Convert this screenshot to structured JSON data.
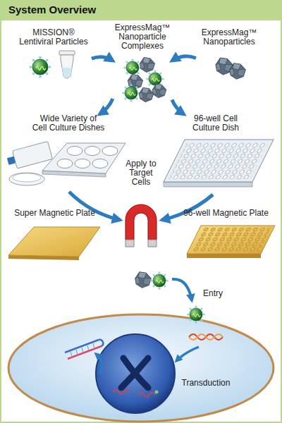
{
  "diagram": {
    "title": "System Overview",
    "nodes": [
      {
        "text": [
          "MISSION® Lentiviral Particles"
        ]
      },
      {
        "text": [
          "ExpressMag™ Nanoparticle Complexes"
        ]
      },
      {
        "text": [
          "ExpressMag™ Nanoparticles"
        ]
      },
      {
        "text": [
          "Wide Variety of Cell Culture Dishes"
        ]
      },
      {
        "text": [
          "96-well Cell Culture Dish"
        ]
      },
      {
        "text": [
          "Super Magnetic Plate"
        ]
      },
      {
        "text": [
          "96-well Magnetic Plate"
        ]
      }
    ],
    "edges": [
      {
        "from": 0,
        "to": 1,
        "arrow": "to"
      },
      {
        "from": 2,
        "to": 1,
        "arrow": "to"
      },
      {
        "from": 1,
        "to": 3,
        "arrow": "to"
      },
      {
        "from": 1,
        "to": 4,
        "arrow": "to"
      }
    ],
    "labels": [
      "Apply to Target Cells",
      "Entry",
      "Transduction"
    ]
  }
}
